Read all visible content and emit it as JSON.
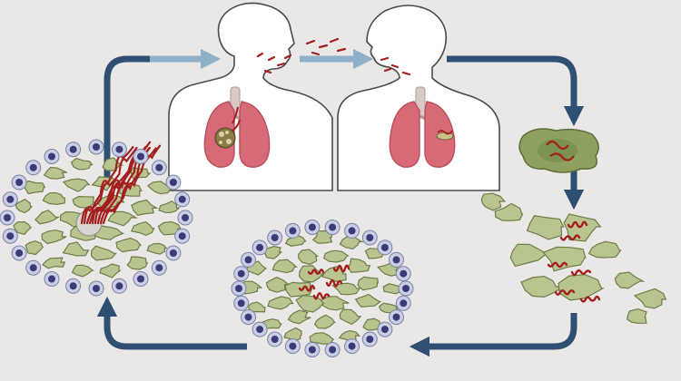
{
  "diagram": {
    "subject": "tuberculosis-transmission-cycle",
    "colors": {
      "background": "#e9e8e6",
      "cycle_arrow": "#2f4f73",
      "transmission_arrow": "#8fb0c9",
      "skin": "#ffffff",
      "outline": "#4a4a4a",
      "lung": "#d86a78",
      "lung_dark": "#b94f5e",
      "trachea": "#d8c8c6",
      "bacteria": "#a51d1d",
      "macrophage_fill": "#b9c58e",
      "macrophage_core": "#6f8848",
      "lymphocyte_ring": "#c9cfe3",
      "lymphocyte_core": "#3a3a78"
    },
    "stages": [
      {
        "id": "infected-host-cough",
        "icon": "person-with-diseased-lung-icon"
      },
      {
        "id": "airborne-droplets",
        "icon": "droplets-icon"
      },
      {
        "id": "new-host-inhalation",
        "icon": "person-with-lesion-lung-icon"
      },
      {
        "id": "macrophage-uptake",
        "icon": "infected-macrophage-icon"
      },
      {
        "id": "macrophage-aggregation",
        "icon": "macrophage-cluster-icon"
      },
      {
        "id": "granuloma-formation",
        "icon": "granuloma-icon"
      },
      {
        "id": "granuloma-rupture",
        "icon": "ruptured-granuloma-icon"
      }
    ]
  }
}
